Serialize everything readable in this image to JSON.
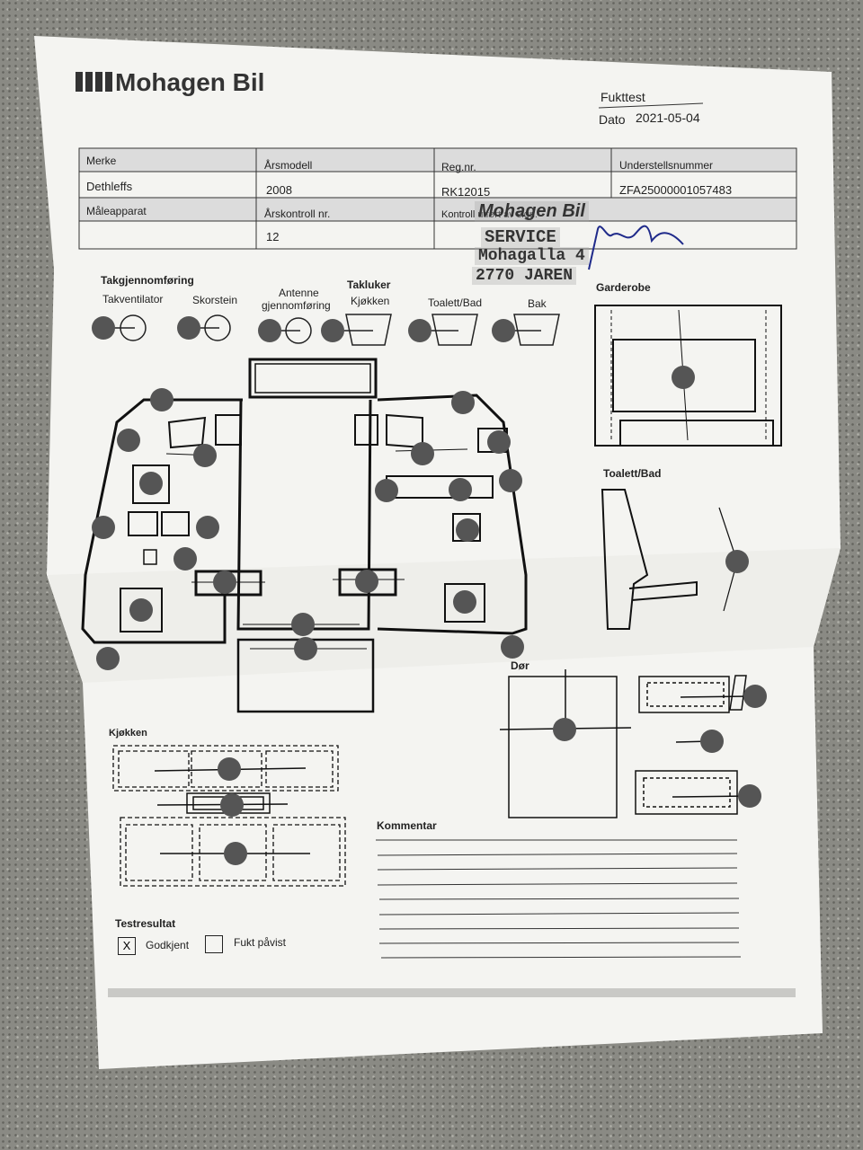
{
  "brand": {
    "name": "Mohagen Bil"
  },
  "header": {
    "doc_title": "Fukttest",
    "date_label": "Dato",
    "date_value": "2021-05-04"
  },
  "info_table": {
    "headers": [
      "Merke",
      "Årsmodell",
      "Reg.nr.",
      "Understellsnummer"
    ],
    "values": [
      "Dethleffs",
      "2008",
      "RK12015",
      "ZFA25000001057483"
    ],
    "headers2": [
      "Måleapparat",
      "Årskontroll nr.",
      "Kontroll utført av sign."
    ],
    "values2": [
      "",
      "12"
    ]
  },
  "stamp": {
    "brand": "Mohagen Bil",
    "line1": "SERVICE",
    "line2": "Mohagalla 4",
    "line3": "2770 JAREN"
  },
  "sections": {
    "takgjennomforing": "Takgjennomføring",
    "takventilator": "Takventilator",
    "skorstein": "Skorstein",
    "antenne": "Antenne gjennomføring",
    "antenne_l1": "Antenne",
    "antenne_l2": "gjennomføring",
    "takluker": "Takluker",
    "kjokken_hatch": "Kjøkken",
    "toalett_hatch": "Toalett/Bad",
    "bak": "Bak",
    "garderobe": "Garderobe",
    "toalett_bad": "Toalett/Bad",
    "dor": "Dør",
    "kjokken": "Kjøkken",
    "kommentar": "Kommentar"
  },
  "result": {
    "title": "Testresultat",
    "godkjent": "Godkjent",
    "fukt": "Fukt påvist",
    "godkjent_mark": "X"
  },
  "colors": {
    "paper": "#f4f4f1",
    "ink": "#1a1a1a",
    "dot": "#555555",
    "table_header": "#dcdcdc"
  }
}
